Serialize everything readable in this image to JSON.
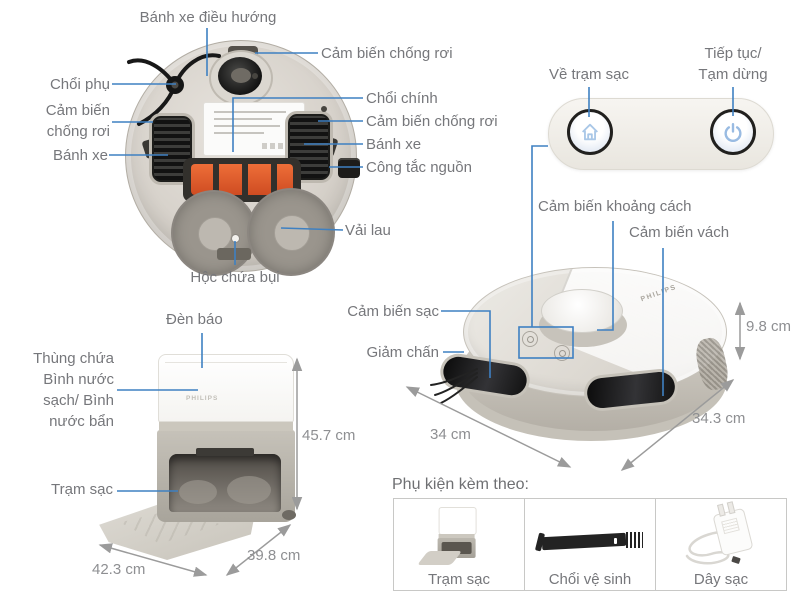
{
  "brand": "PHILIPS",
  "colors": {
    "accent_line": "#3e80c2",
    "label_text": "#76777b",
    "dimension_gray": "#9b9b9b",
    "brush_orange": "#e05a2c"
  },
  "bottom_view": {
    "caster_label": "Bánh xe điều hướng",
    "drop_sensor_top": "Cảm biến chống rơi",
    "side_brush": "Chổi phụ",
    "drop_sensor_left": "Cảm biến\nchống rơi",
    "wheel_left": "Bánh xe",
    "main_brush": "Chổi chính",
    "drop_sensor_right": "Cảm biến chống rơi",
    "wheel_right": "Bánh xe",
    "power_switch": "Công tắc nguồn",
    "mop_cloth": "Vải lau",
    "dust_box": "Hộc chứa bụi"
  },
  "control_panel": {
    "dock_button": "Về trạm sạc",
    "resume_pause_button": "Tiếp tục/\nTạm dừng"
  },
  "top_view": {
    "distance_sensor": "Cảm biến khoảng cách",
    "wall_sensor": "Cảm biến vách",
    "charge_sensor": "Cảm biến sạc",
    "bumper": "Giảm chấn",
    "height": "9.8 cm",
    "width": "34 cm",
    "depth": "34.3 cm"
  },
  "dock": {
    "indicator_light": "Đèn báo",
    "water_tank": "Thùng chứa\nBình nước\nsạch/ Bình\nnước bẩn",
    "station": "Trạm sạc",
    "height": "45.7 cm",
    "width": "42.3 cm",
    "depth": "39.8 cm"
  },
  "accessories": {
    "title": "Phụ kiện kèm theo:",
    "items": [
      {
        "label": "Trạm sạc"
      },
      {
        "label": "Chổi vệ sinh"
      },
      {
        "label": "Dây sạc"
      }
    ]
  }
}
